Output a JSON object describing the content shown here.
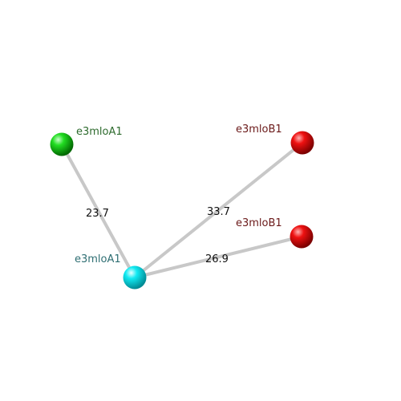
{
  "nodes": [
    {
      "id": "n1",
      "label": "e3mloA1",
      "color": "#00cc00",
      "label_color": "#2e6b2e"
    },
    {
      "id": "n2",
      "label": "e3mloA1",
      "color": "#00e5ee",
      "label_color": "#2f6f73"
    },
    {
      "id": "n3",
      "label": "e3mloB1",
      "color": "#ee0000",
      "label_color": "#6b1a1a"
    },
    {
      "id": "n4",
      "label": "e3mloB1",
      "color": "#ee0000",
      "label_color": "#6b1a1a"
    }
  ],
  "edges": [
    {
      "from": "n1",
      "to": "n2",
      "label": "23.7"
    },
    {
      "from": "n2",
      "to": "n3",
      "label": "33.7"
    },
    {
      "from": "n2",
      "to": "n4",
      "label": "26.9"
    }
  ],
  "edge_color": "#c8c8c8"
}
